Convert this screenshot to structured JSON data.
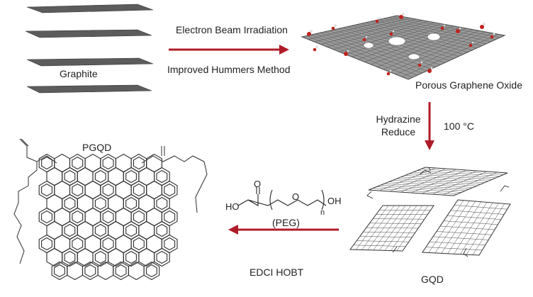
{
  "labels": {
    "graphite": "Graphite",
    "step1_top": "Electron Beam Irradiation",
    "step1_bottom": "Improved Hummers Method",
    "pgo": "Porous Graphene Oxide",
    "step2_line1": "Hydrazine",
    "step2_line2": "Reduce",
    "step2_temp": "100 °C",
    "gqd": "GQD",
    "pgqd": "PGQD",
    "peg": "(PEG)",
    "reagents": "EDCI   HOBT"
  },
  "peg_structure": {
    "atom_ho": "HO",
    "atom_o": "O",
    "atom_oh": "OH",
    "subscript_n": "n"
  },
  "colors": {
    "arrow": "#b01b28",
    "sheet": "#5f5f5f",
    "oxygen": "#c0221c",
    "bond": "#2c2c2c"
  }
}
